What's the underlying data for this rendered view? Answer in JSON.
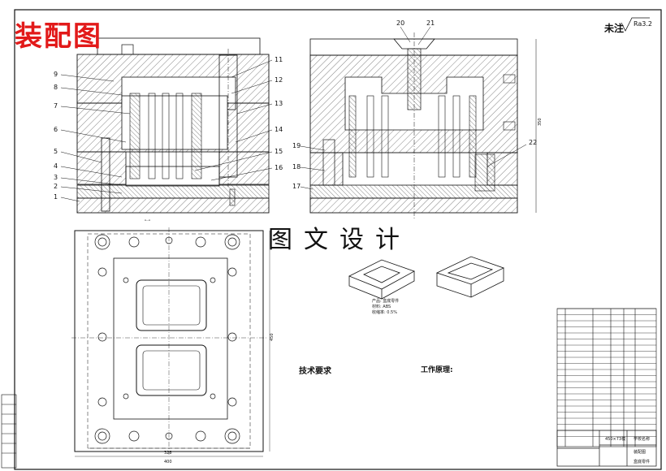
{
  "stamp": {
    "text": "装配图"
  },
  "watermark": {
    "text": "图文设计"
  },
  "roughness": {
    "label": "未注",
    "value": "Ra3.2"
  },
  "callouts": {
    "left": [
      "9",
      "8",
      "7",
      "6",
      "5",
      "4",
      "3",
      "2",
      "1"
    ],
    "right": [
      "11",
      "12",
      "13",
      "14",
      "15",
      "16"
    ],
    "section_b_top": [
      "20",
      "21"
    ],
    "section_b_left": [
      "19",
      "18",
      "17"
    ],
    "section_b_right": [
      "22"
    ]
  },
  "dimensions": {
    "width_inner": "328",
    "width_outer": "400",
    "height_plan": "450",
    "height_section": "350"
  },
  "tech_requirements": {
    "title": "技术要求"
  },
  "work_principle": {
    "title": "工作原理:"
  },
  "product_note": {
    "line1": "产品: 盒底零件",
    "line2": "材料: ABS",
    "line3": "收缩率: 0.5%"
  },
  "title_block": {
    "drawing_title": "450×73模",
    "school": "学校名称",
    "name": "装配图",
    "unit": "盒底零件"
  },
  "colors": {
    "stamp": "#e21a1a",
    "line": "#111111",
    "hatch": "#333333",
    "paper": "#ffffff"
  }
}
